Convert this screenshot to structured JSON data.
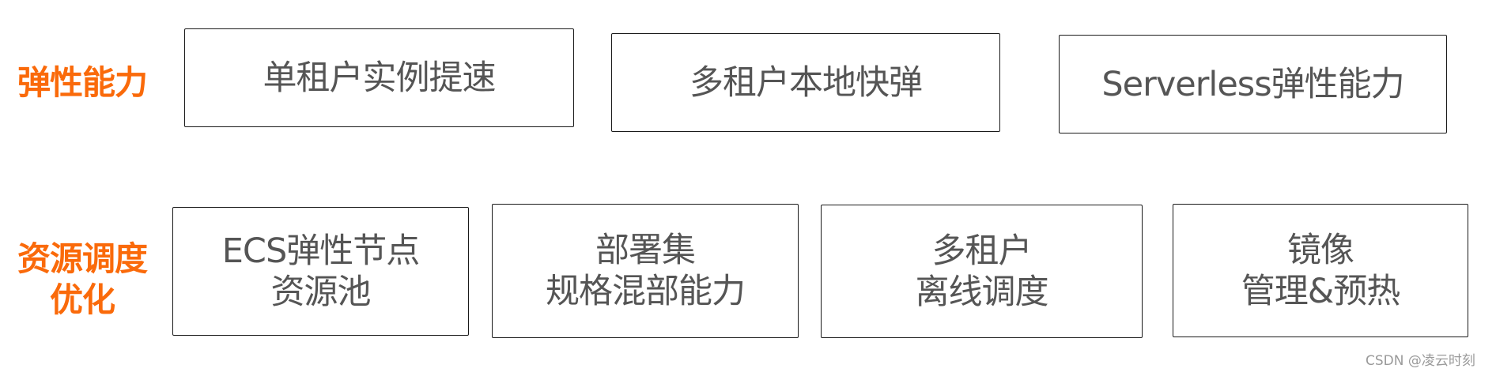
{
  "colors": {
    "label_orange": "#FA6A0A",
    "box_text": "#555555",
    "box_border": "#1a1a1a",
    "watermark": "#9a9a9a"
  },
  "rows": [
    {
      "label": [
        "弹性能力"
      ],
      "boxes": [
        {
          "lines": [
            "单租户实例提速"
          ]
        },
        {
          "lines": [
            "多租户本地快弹"
          ]
        },
        {
          "lines": [
            "Serverless弹性能力"
          ]
        }
      ]
    },
    {
      "label": [
        "资源调度",
        "优化"
      ],
      "boxes": [
        {
          "lines": [
            "ECS弹性节点",
            "资源池"
          ]
        },
        {
          "lines": [
            "部署集",
            "规格混部能力"
          ]
        },
        {
          "lines": [
            "多租户",
            "离线调度"
          ]
        },
        {
          "lines": [
            "镜像",
            "管理&预热"
          ]
        }
      ]
    }
  ],
  "watermark": "CSDN @凌云时刻"
}
